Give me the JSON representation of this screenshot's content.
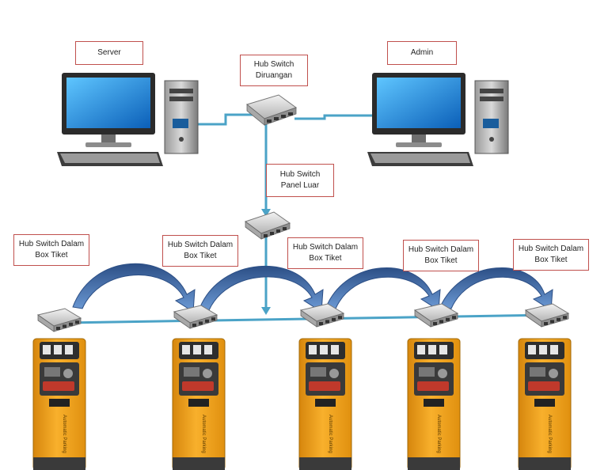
{
  "labels": {
    "server": "Server",
    "admin": "Admin",
    "hub_ruangan": "Hub Switch\nDiruangan",
    "hub_panel": "Hub Switch\nPanel  Luar",
    "hub_box": "Hub Switch Dalam\nBox Tiket"
  },
  "machines": {
    "count": 5,
    "side_text": "Automatic Parking"
  },
  "colors": {
    "cable": "#4ba3c7",
    "arrow": "#3a66a5",
    "label_border": "#c0504d",
    "machine_body": "#f4a21c",
    "monitor_screen": "#1e7fd6"
  },
  "icons": [
    "desktop-computer-icon",
    "network-switch-icon",
    "parking-ticket-machine-icon"
  ]
}
